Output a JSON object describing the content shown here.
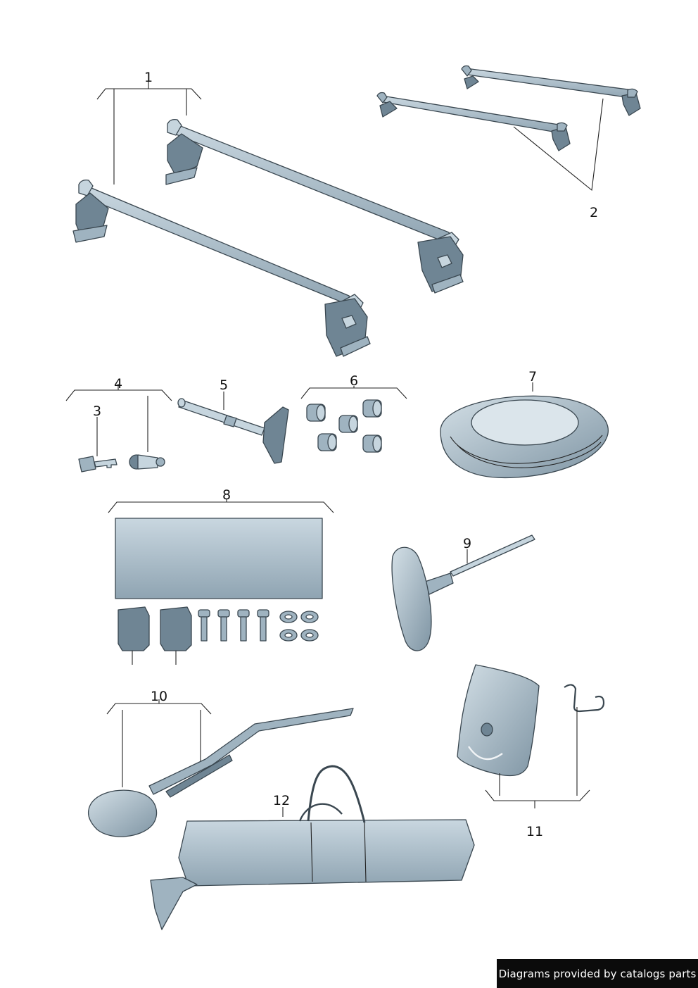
{
  "callouts": {
    "c1": "1",
    "c2": "2",
    "c3": "3",
    "c4": "4",
    "c5": "5",
    "c6": "6",
    "c7": "7",
    "c8": "8",
    "c9": "9",
    "c10": "10",
    "c11": "11",
    "c12": "12"
  },
  "footer": {
    "credit": "Diagrams provided by catalogs parts"
  },
  "colors": {
    "part_fill": "#9fb3c0",
    "part_dark": "#6f8594",
    "part_light": "#c6d5de",
    "outline": "#3a4750",
    "footer_bg": "#0b0b0b"
  }
}
